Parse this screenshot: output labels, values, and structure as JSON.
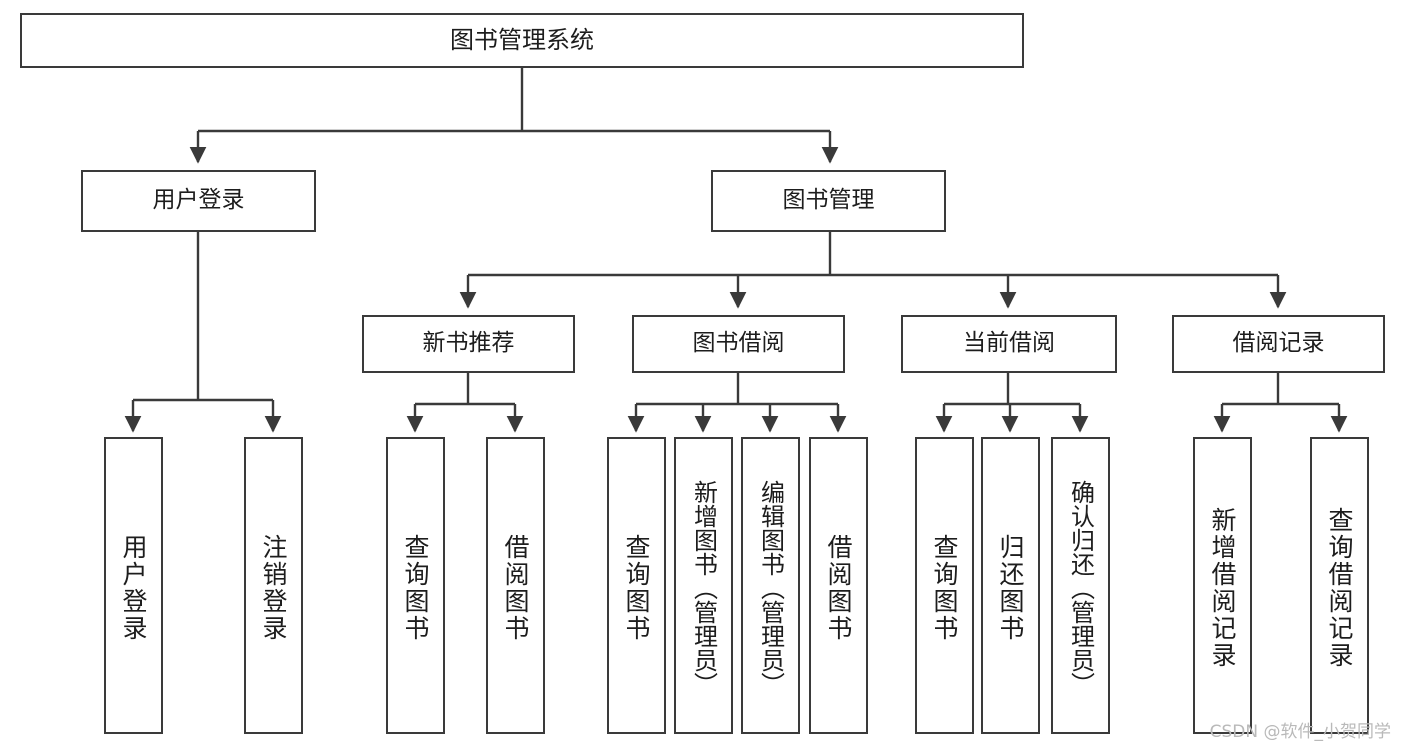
{
  "diagram": {
    "title": "图书管理系统",
    "type": "tree-structure-chart",
    "watermark": "CSDN @软件_小贺同学",
    "colors": {
      "box_border": "#3a3a3a",
      "box_fill": "#ffffff",
      "edge": "#3a3a3a",
      "text": "#1d1d1d",
      "watermark": "#b9b9b9"
    }
  },
  "nodes": {
    "root": {
      "label": "图书管理系统"
    },
    "level2": [
      {
        "id": "user-login",
        "label": "用户登录"
      },
      {
        "id": "book-management",
        "label": "图书管理"
      }
    ],
    "level3": [
      {
        "id": "new-book-recommend",
        "label": "新书推荐"
      },
      {
        "id": "book-borrow",
        "label": "图书借阅"
      },
      {
        "id": "current-borrow",
        "label": "当前借阅"
      },
      {
        "id": "borrow-record",
        "label": "借阅记录"
      }
    ],
    "leaves": [
      {
        "id": "leaf-user-login",
        "label": "用户登录",
        "parent": "user-login"
      },
      {
        "id": "leaf-logout",
        "label": "注销登录",
        "parent": "user-login"
      },
      {
        "id": "leaf-query-book-1",
        "label": "查询图书",
        "parent": "new-book-recommend"
      },
      {
        "id": "leaf-borrow-book-1",
        "label": "借阅图书",
        "parent": "new-book-recommend"
      },
      {
        "id": "leaf-query-book-2",
        "label": "查询图书",
        "parent": "book-borrow"
      },
      {
        "id": "leaf-add-book",
        "label": "新增图书（管理员）",
        "parent": "book-borrow"
      },
      {
        "id": "leaf-edit-book",
        "label": "编辑图书（管理员）",
        "parent": "book-borrow"
      },
      {
        "id": "leaf-borrow-book-2",
        "label": "借阅图书",
        "parent": "book-borrow"
      },
      {
        "id": "leaf-query-book-3",
        "label": "查询图书",
        "parent": "current-borrow"
      },
      {
        "id": "leaf-return-book",
        "label": "归还图书",
        "parent": "current-borrow"
      },
      {
        "id": "leaf-confirm-return",
        "label": "确认归还（管理员）",
        "parent": "current-borrow"
      },
      {
        "id": "leaf-add-record",
        "label": "新增借阅记录",
        "parent": "borrow-record"
      },
      {
        "id": "leaf-query-record",
        "label": "查询借阅记录",
        "parent": "borrow-record"
      }
    ]
  }
}
